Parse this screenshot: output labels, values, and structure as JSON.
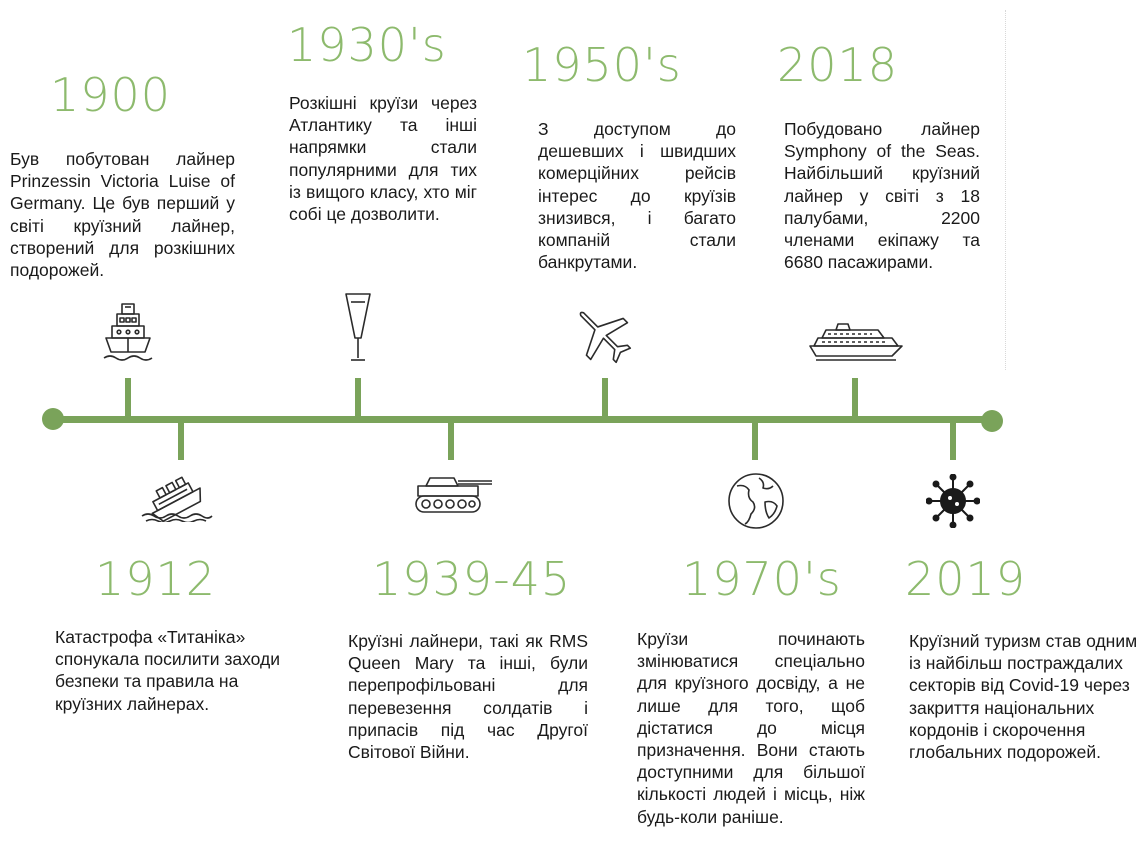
{
  "events": [
    {
      "year": "1900",
      "text": "Був побутован лайнер Prinzessin Victoria Luise of Germany. Це був перший у світі круїзний лайнер, створений для розкішних подорожей.",
      "icon": "cruise-ship-front-icon"
    },
    {
      "year": "1912",
      "text": "Катастрофа «Титаніка» спонукала посилити заходи безпеки та правила на круїзних лайнерах.",
      "icon": "sinking-ship-icon"
    },
    {
      "year": "1930's",
      "text": "Розкішні круїзи через Атлантику та інші напрямки стали популярними для тих із вищого класу, хто міг собі це дозволити.",
      "icon": "champagne-glass-icon"
    },
    {
      "year": "1939-45",
      "text": "Круїзні лайнери, такі як RMS Queen Mary та інші, були перепрофільовані для перевезення солдатів і припасів під час Другої Світової Війни.",
      "icon": "tank-icon"
    },
    {
      "year": "1950's",
      "text": "З доступом до дешевших і швидших комерційних рейсів інтерес до круїзів знизився, і багато компаній стали банкрутами.",
      "icon": "airplane-icon"
    },
    {
      "year": "1970's",
      "text": "Круїзи починають змінюватися спеціально для круїзного досвіду, а не лише для того, щоб дістатися до місця призначення. Вони стають доступними для більшої кількості людей і місць, ніж будь-коли раніше.",
      "icon": "globe-icon"
    },
    {
      "year": "2018",
      "text": "Побудовано лайнер Symphony of the Seas. Найбільший круїзний лайнер у світі з 18 палубами, 2200 членами екіпажу та 6680 пасажирами.",
      "icon": "cruise-liner-icon"
    },
    {
      "year": "2019",
      "text": "Круїзний туризм став одним із найбільш постраждалих секторів від Covid-19 через закриття національних кордонів і скорочення глобальних подорожей.",
      "icon": "virus-icon"
    }
  ],
  "colors": {
    "accent": "#7aa35a",
    "year_text": "#8dba6d",
    "body_text": "#1a1a1a",
    "icon_stroke": "#2b2b2b"
  }
}
